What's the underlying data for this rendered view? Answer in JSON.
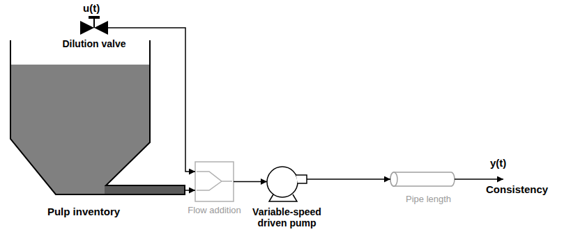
{
  "diagram": {
    "nodes": [
      {
        "text": [
          "Dilution valve"
        ]
      },
      {
        "text": [
          "Pulp inventory"
        ]
      },
      {
        "text": [
          "Flow addition"
        ]
      },
      {
        "text": [
          "Variable-speed driven pump"
        ]
      },
      {
        "text": [
          "Pipe length"
        ]
      }
    ],
    "edges": [
      {
        "from": 0,
        "to": 2,
        "arrow": "to"
      },
      {
        "from": 1,
        "to": 2,
        "arrow": "to"
      },
      {
        "from": 2,
        "to": 3,
        "arrow": "to"
      },
      {
        "from": 3,
        "to": 4,
        "arrow": "to"
      }
    ],
    "labels": [
      "u(t)",
      "y(t)",
      "Consistency"
    ]
  }
}
